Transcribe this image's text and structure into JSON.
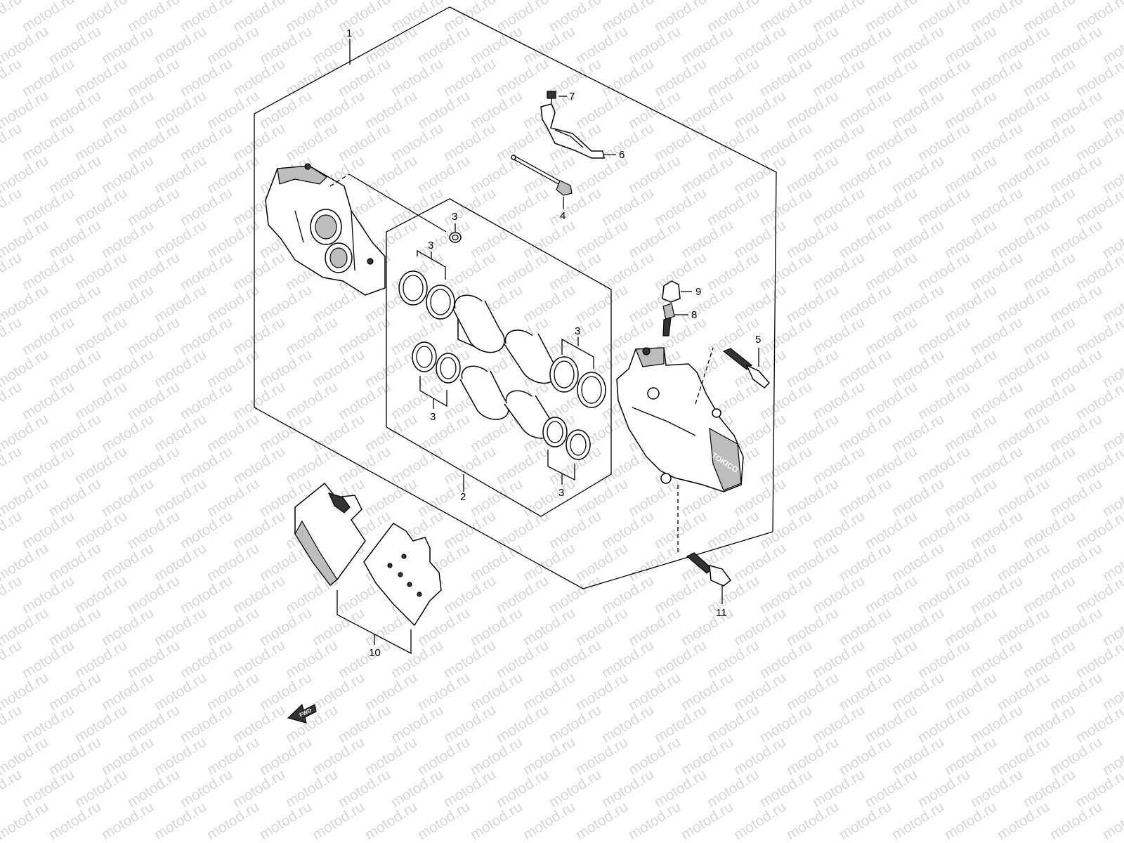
{
  "watermark": "motod.ru",
  "fwd_label": "FWD",
  "brand_mark": "TOKICO",
  "callouts": {
    "c1": "1",
    "c2": "2",
    "c3a": "3",
    "c3b": "3",
    "c3c": "3",
    "c3d": "3",
    "c3e": "3",
    "c4": "4",
    "c5": "5",
    "c6": "6",
    "c7": "7",
    "c8": "8",
    "c9": "9",
    "c10": "10",
    "c11": "11"
  }
}
